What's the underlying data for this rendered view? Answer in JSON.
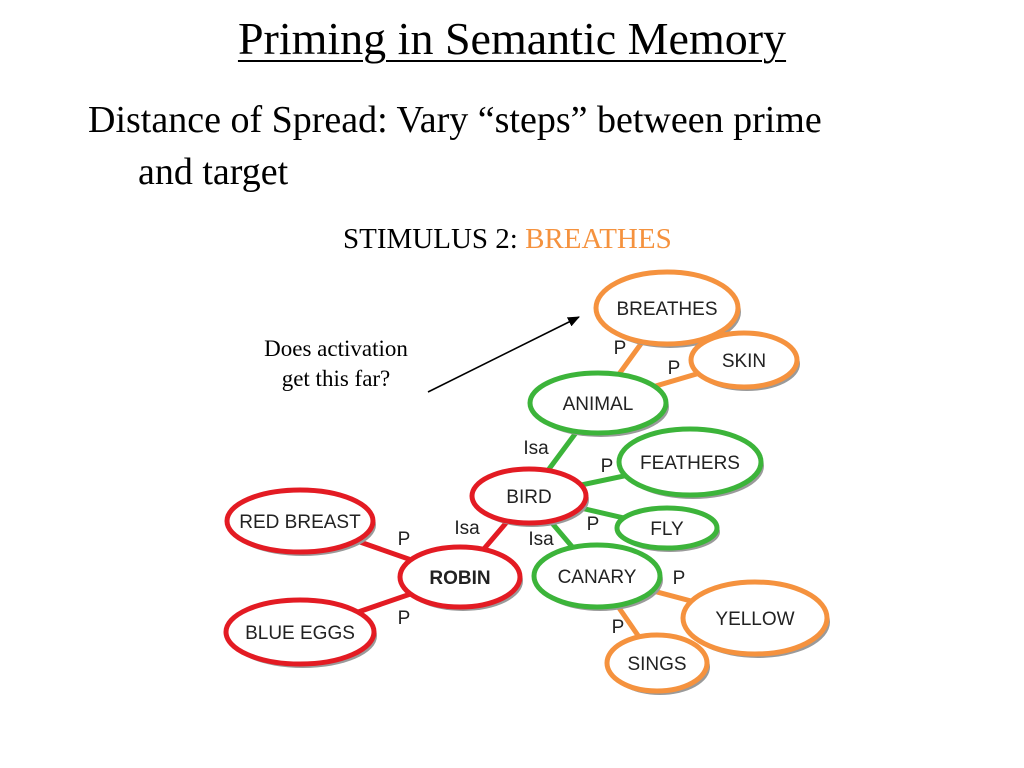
{
  "slide": {
    "title": "Priming in Semantic Memory",
    "bullet_line1": "Distance of Spread: Vary “steps” between prime",
    "bullet_line2": "and target",
    "stimulus_prefix": "STIMULUS 2: ",
    "stimulus_word": "BREATHES",
    "callout_line1": "Does activation",
    "callout_line2": "get this far?"
  },
  "colors": {
    "red": "#e31b23",
    "green": "#3cb43a",
    "orange": "#f5923e"
  },
  "network": {
    "nodes": [
      {
        "id": "breathes",
        "label": "BREATHES",
        "color": "orange"
      },
      {
        "id": "skin",
        "label": "SKIN",
        "color": "orange"
      },
      {
        "id": "animal",
        "label": "ANIMAL",
        "color": "green"
      },
      {
        "id": "feathers",
        "label": "FEATHERS",
        "color": "green"
      },
      {
        "id": "bird",
        "label": "BIRD",
        "color": "red"
      },
      {
        "id": "fly",
        "label": "FLY",
        "color": "green"
      },
      {
        "id": "red_breast",
        "label": "RED BREAST",
        "color": "red"
      },
      {
        "id": "robin",
        "label": "ROBIN",
        "color": "red"
      },
      {
        "id": "canary",
        "label": "CANARY",
        "color": "green"
      },
      {
        "id": "blue_eggs",
        "label": "BLUE EGGS",
        "color": "red"
      },
      {
        "id": "yellow",
        "label": "YELLOW",
        "color": "orange"
      },
      {
        "id": "sings",
        "label": "SINGS",
        "color": "orange"
      }
    ],
    "edges": [
      {
        "from": "animal",
        "to": "breathes",
        "label": "P",
        "color": "orange"
      },
      {
        "from": "animal",
        "to": "skin",
        "label": "P",
        "color": "orange"
      },
      {
        "from": "bird",
        "to": "animal",
        "label": "Isa",
        "color": "green"
      },
      {
        "from": "bird",
        "to": "feathers",
        "label": "P",
        "color": "green"
      },
      {
        "from": "bird",
        "to": "fly",
        "label": "P",
        "color": "green"
      },
      {
        "from": "robin",
        "to": "bird",
        "label": "Isa",
        "color": "red"
      },
      {
        "from": "canary",
        "to": "bird",
        "label": "Isa",
        "color": "green"
      },
      {
        "from": "robin",
        "to": "red_breast",
        "label": "P",
        "color": "red"
      },
      {
        "from": "robin",
        "to": "blue_eggs",
        "label": "P",
        "color": "red"
      },
      {
        "from": "canary",
        "to": "yellow",
        "label": "P",
        "color": "orange"
      },
      {
        "from": "canary",
        "to": "sings",
        "label": "P",
        "color": "orange"
      }
    ]
  }
}
